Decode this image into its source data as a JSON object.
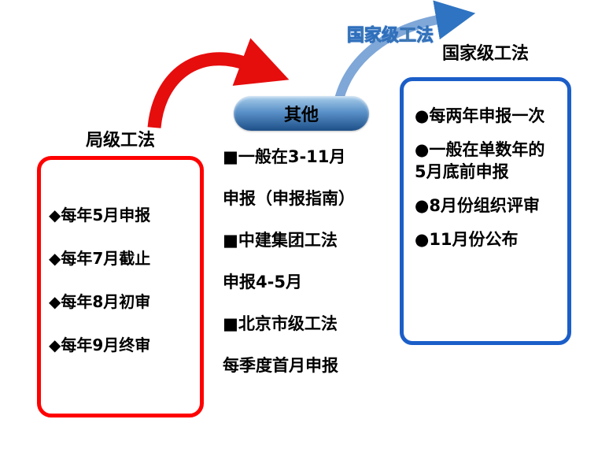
{
  "arrow_label": "国家级工法",
  "left": {
    "title": "局级工法",
    "items": [
      "◆每年5月申报",
      "◆每年7月截止",
      "◆每年8月初审",
      "◆每年9月终审"
    ]
  },
  "middle": {
    "pill_label": "其他",
    "lines": [
      "■一般在3-11月",
      "申报（申报指南）",
      "■中建集团工法",
      "申报4-5月",
      "■北京市级工法",
      "每季度首月申报"
    ]
  },
  "right": {
    "title": "国家级工法",
    "items": [
      "●每两年申报一次",
      "●一般在单数年的5月底前申报",
      "●8月份组织评审",
      "●11月份公布"
    ]
  },
  "colors": {
    "left_border": "#FF0000",
    "right_border": "#1B5EC8",
    "red_arrow": "#E60D0D",
    "blue_arrow": "#7FA7D8",
    "arrowhead_blue": "#2F74C2",
    "label_yellow": "#FFD400",
    "pill_top": "#A9CDEA",
    "pill_bottom": "#1D4F87"
  }
}
